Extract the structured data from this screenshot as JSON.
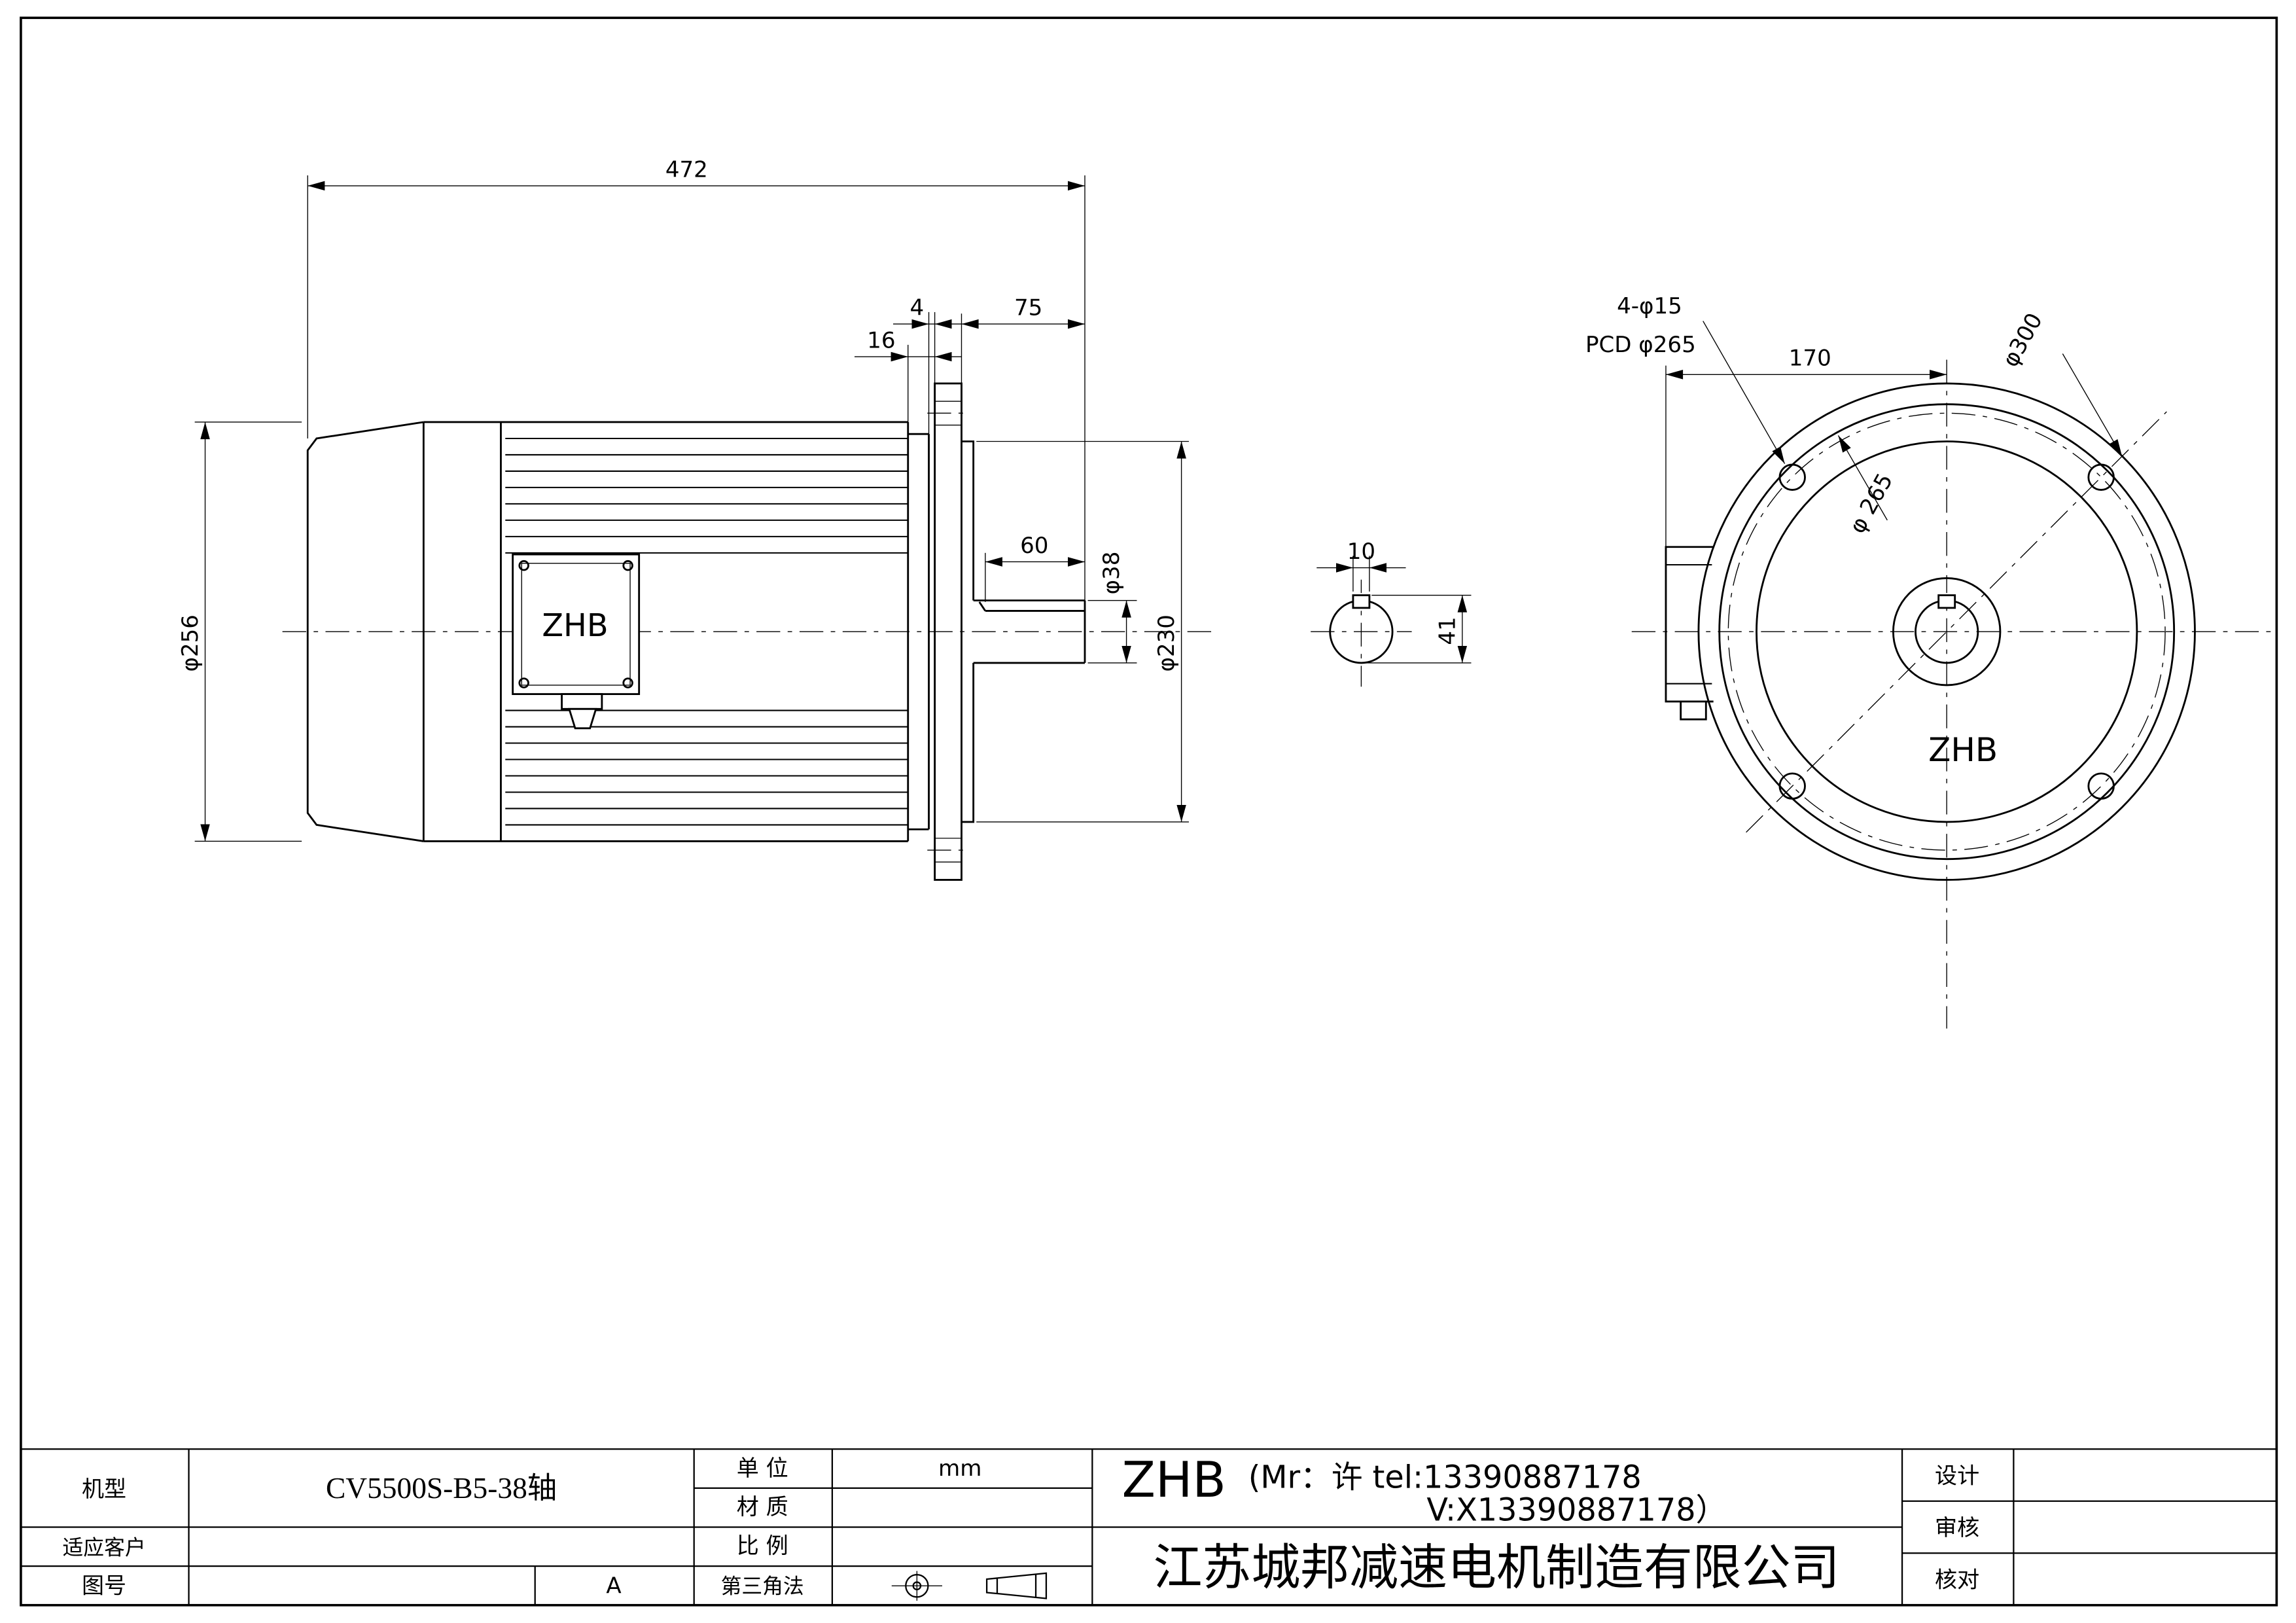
{
  "drawing": {
    "side_view": {
      "dim_overall": "472",
      "dim_boss": "16",
      "dim_gap": "4",
      "dim_shaft_len": "75",
      "dim_key_len": "60",
      "dim_shaft_dia": "φ38",
      "dim_spigot_dia": "φ230",
      "dim_body_dia": "φ256",
      "logo": "ZHB"
    },
    "key_view": {
      "dim_key_width": "10",
      "dim_key_height": "41"
    },
    "front_view": {
      "dim_bolt_holes": "4-φ15",
      "dim_pcd": "PCD φ265",
      "dim_center": "170",
      "dim_flange_dia": "φ300",
      "dim_bolt_circle": "φ 265",
      "logo": "ZHB"
    }
  },
  "title_block": {
    "model_label": "机型",
    "model_value": "CV5500S-B5-38轴",
    "customer_label": "适应客户",
    "drawing_no_label": "图号",
    "drawing_no_value": "A",
    "unit_label": "单  位",
    "unit_value": "mm",
    "material_label": "材  质",
    "scale_label": "比  例",
    "projection_label": "第三角法",
    "brand": "ZHB",
    "contact_line1": "(Mr：许 tel:13390887178",
    "contact_line2": "V:X13390887178）",
    "company": "江苏城邦减速电机制造有限公司",
    "design_label": "设计",
    "review_label": "审核",
    "check_label": "核对"
  }
}
